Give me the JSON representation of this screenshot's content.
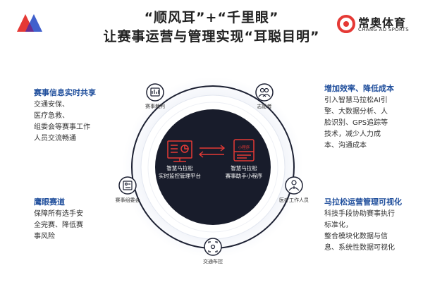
{
  "header": {
    "title_line1": "“顺风耳”+“千里眼”",
    "title_line2": "让赛事运营与管理实现“耳聪目明”",
    "brand_cn": "常奥体育",
    "brand_en": "CHANG AO SPORTS"
  },
  "left_top": {
    "title": "赛事信息实时共享",
    "lines": [
      "交通安保、",
      "医疗急救、",
      "组委会等赛事工作",
      "人员交流畅通"
    ]
  },
  "left_bottom": {
    "title": "鹰眼赛道",
    "lines": [
      "保障所有选手安",
      "全完赛、降低赛",
      "事风险"
    ]
  },
  "right_top": {
    "title": "增加效率、降低成本",
    "lines": [
      "引入智慧马拉松AI引",
      "擎、大数据分析、人",
      "脸识别、GPS追踪等",
      "技术，减少人力成",
      "本、沟通成本"
    ]
  },
  "right_bottom": {
    "title": "马拉松运营管理可视化",
    "lines": [
      "科技手段协助赛事执行",
      "标准化，",
      "整合模块化数据与信",
      "息、系统性数据可视化"
    ]
  },
  "nodes": {
    "referee": "赛事裁判",
    "volunteer": "志愿者",
    "organizing": "赛事组委会",
    "medical": "医疗工作人员",
    "traffic": "交通布控"
  },
  "center": {
    "left_line1": "智慧马拉松",
    "left_line2": "实时监控管理平台",
    "right_line1": "智慧马拉松",
    "right_line2": "赛事助手小程序",
    "phone_label": "小程序"
  },
  "colors": {
    "accent_blue": "#1f4e9c",
    "accent_red": "#e53935",
    "center_dark": "#181c2b"
  }
}
